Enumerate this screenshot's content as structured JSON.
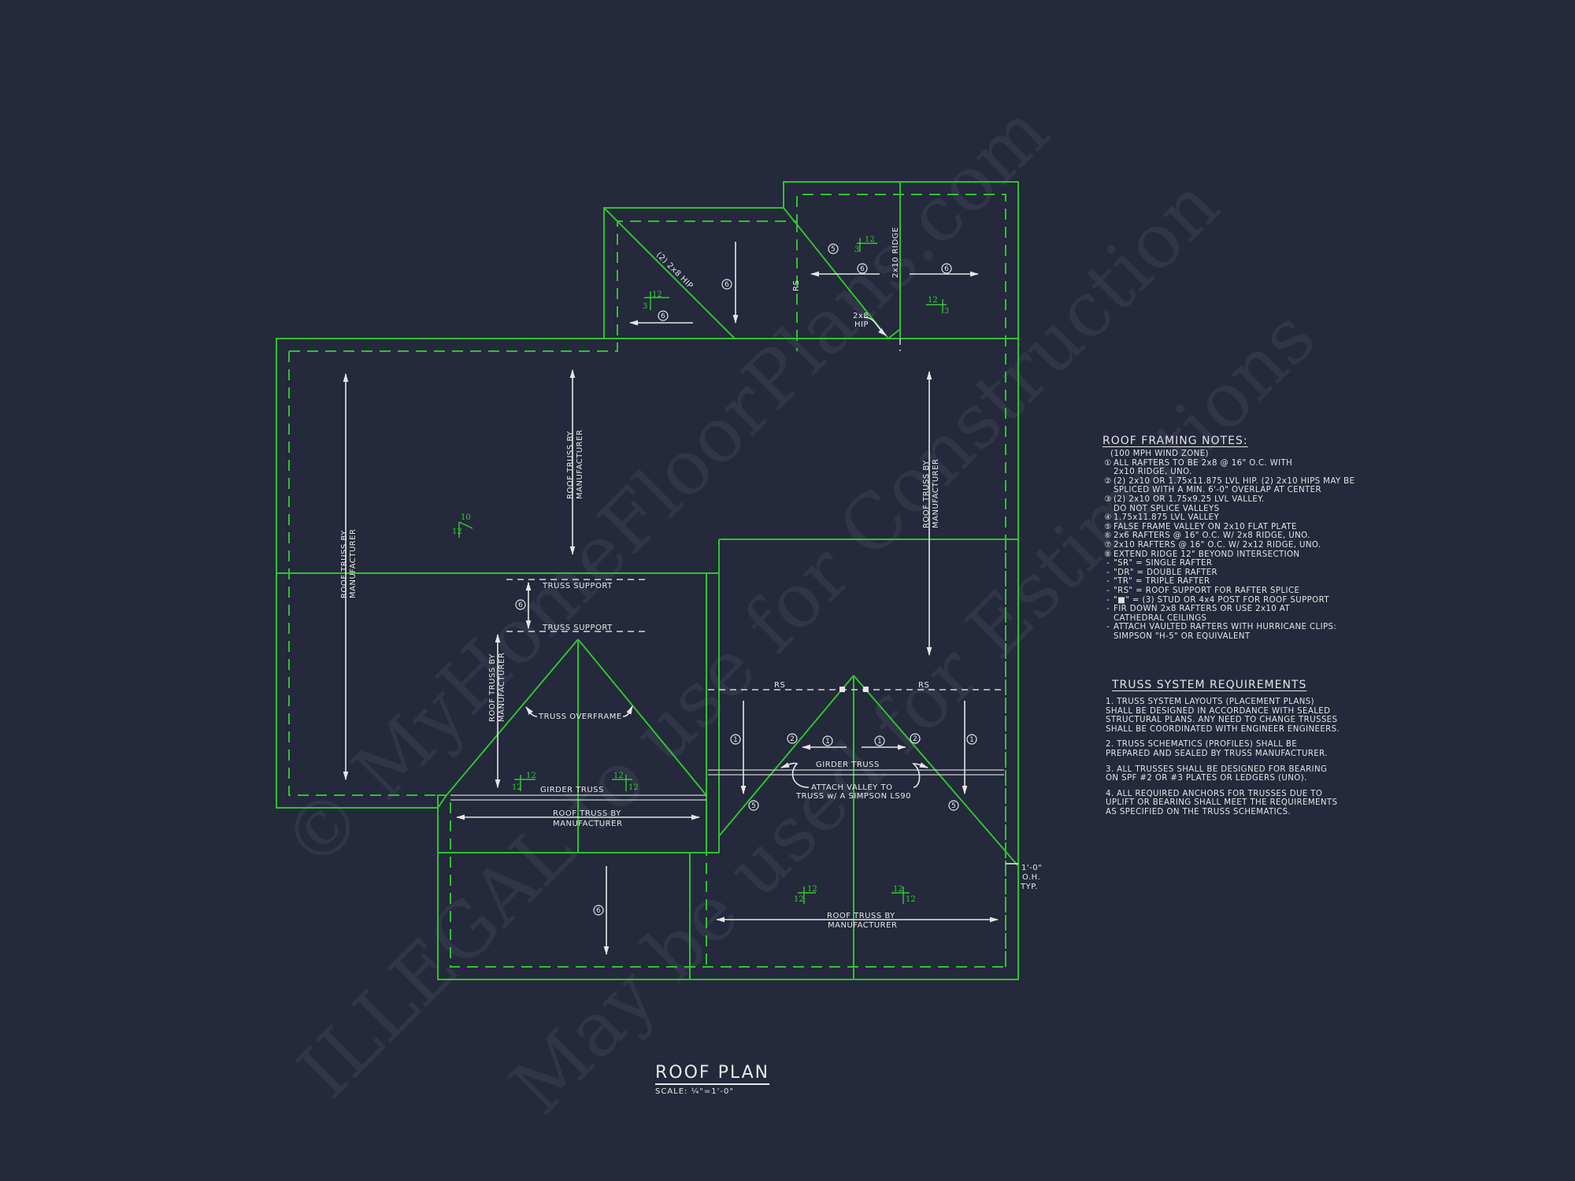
{
  "drawing": {
    "title": "ROOF PLAN",
    "scale": "SCALE: ¼\"=1'-0\""
  },
  "watermarks": [
    "© MyHomeFloorPlans.com",
    "ILLEGAL to use for Construction",
    "May be used for Estimations"
  ],
  "colors": {
    "background": "#24293b",
    "roof_lines": "#2fc22f",
    "annotation": "#e6e6e6"
  },
  "plan_labels": {
    "hip_2x8_double": "(2) 2x8 HIP",
    "ridge_2x10": "2x10 RIDGE",
    "rs": "RS",
    "hip_2x8_a": "2x8",
    "hip_2x8_b": "HIP",
    "roof_truss_a": "ROOF TRUSS BY",
    "roof_truss_b": "MANUFACTURER",
    "truss_support": "TRUSS SUPPORT",
    "truss_overframe": "TRUSS OVERFRAME",
    "girder_truss": "GIRDER TRUSS",
    "attach_valley_a": "ATTACH VALLEY TO",
    "attach_valley_b": "TRUSS w/ A SIMPSON LS90",
    "overhang_a": "1'-0\"",
    "overhang_b": "O.H.",
    "overhang_c": "TYP."
  },
  "callouts": [
    "1",
    "2",
    "5",
    "6"
  ],
  "pitches": [
    {
      "rise": "3",
      "run": "12"
    },
    {
      "rise": "10",
      "run": "12"
    },
    {
      "rise": "12",
      "run": "12"
    }
  ],
  "roof_framing_notes": {
    "title": "ROOF FRAMING NOTES:",
    "subtitle": "(100 MPH WIND ZONE)",
    "items": [
      {
        "mark": "①",
        "lines": [
          "ALL RAFTERS TO BE 2x8 @ 16\" O.C. WITH",
          "2x10 RIDGE, UNO."
        ]
      },
      {
        "mark": "②",
        "lines": [
          "(2) 2x10 OR 1.75x11.875 LVL HIP. (2) 2x10 HIPS MAY BE",
          "SPLICED WITH A MIN. 6'-0\" OVERLAP AT CENTER"
        ]
      },
      {
        "mark": "③",
        "lines": [
          "(2) 2x10 OR 1.75x9.25 LVL VALLEY.",
          "DO NOT SPLICE VALLEYS"
        ]
      },
      {
        "mark": "④",
        "lines": [
          "1.75x11.875 LVL VALLEY"
        ]
      },
      {
        "mark": "⑤",
        "lines": [
          "FALSE FRAME VALLEY ON 2x10 FLAT PLATE"
        ]
      },
      {
        "mark": "⑥",
        "lines": [
          "2x6 RAFTERS @ 16\" O.C. W/ 2x8 RIDGE, UNO."
        ]
      },
      {
        "mark": "⑦",
        "lines": [
          "2x10 RAFTERS @ 16\" O.C. W/ 2x12 RIDGE, UNO."
        ]
      },
      {
        "mark": "⑧",
        "lines": [
          "EXTEND RIDGE 12\" BEYOND INTERSECTION"
        ]
      },
      {
        "mark": "-",
        "lines": [
          "\"SR\" = SINGLE RAFTER"
        ]
      },
      {
        "mark": "-",
        "lines": [
          "\"DR\" = DOUBLE RAFTER"
        ]
      },
      {
        "mark": "-",
        "lines": [
          "\"TR\" = TRIPLE RAFTER"
        ]
      },
      {
        "mark": "-",
        "lines": [
          "\"RS\" = ROOF SUPPORT FOR RAFTER SPLICE"
        ]
      },
      {
        "mark": "-",
        "lines": [
          "\"■\"  = (3) STUD OR 4x4 POST FOR ROOF SUPPORT"
        ]
      },
      {
        "mark": "-",
        "lines": [
          "FIR DOWN 2x8 RAFTERS OR USE 2x10 AT",
          "CATHEDRAL CEILINGS"
        ]
      },
      {
        "mark": "-",
        "lines": [
          "ATTACH VAULTED RAFTERS WITH HURRICANE CLIPS:",
          "SIMPSON \"H-5\" OR EQUIVALENT"
        ]
      }
    ]
  },
  "truss_system_requirements": {
    "title": "TRUSS SYSTEM REQUIREMENTS",
    "items": [
      "1. TRUSS SYSTEM LAYOUTS (PLACEMENT PLANS) SHALL BE DESIGNED IN ACCORDANCE WITH SEALED STRUCTURAL PLANS. ANY NEED TO CHANGE TRUSSES SHALL BE COORDINATED WITH ENGINEER ENGINEERS.",
      "2. TRUSS SCHEMATICS (PROFILES) SHALL BE PREPARED AND SEALED BY TRUSS MANUFACTURER.",
      "3. ALL TRUSSES SHALL BE DESIGNED FOR BEARING ON SPF #2 OR #3 PLATES OR LEDGERS (UNO).",
      "4. ALL REQUIRED ANCHORS FOR TRUSSES DUE TO UPLIFT OR BEARING SHALL MEET THE REQUIREMENTS AS SPECIFIED ON THE TRUSS SCHEMATICS."
    ]
  }
}
